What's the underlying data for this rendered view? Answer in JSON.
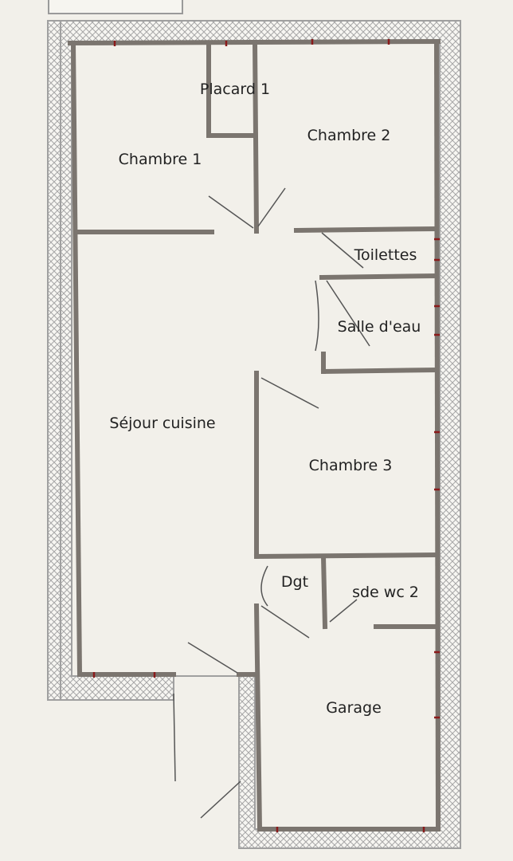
{
  "rooms": {
    "chambre1": "Chambre 1",
    "placard1": "Placard 1",
    "chambre2": "Chambre 2",
    "toilettes": "Toilettes",
    "salle_eau": "Salle d'eau",
    "sejour": "Séjour cuisine",
    "chambre3": "Chambre 3",
    "dgt": "Dgt",
    "sde_wc2": "sde wc 2",
    "garage": "Garage"
  },
  "colors": {
    "wall": "#7b756f",
    "hatch": "#9a9a9a",
    "marker": "#8b1a1a",
    "door": "#555555"
  }
}
